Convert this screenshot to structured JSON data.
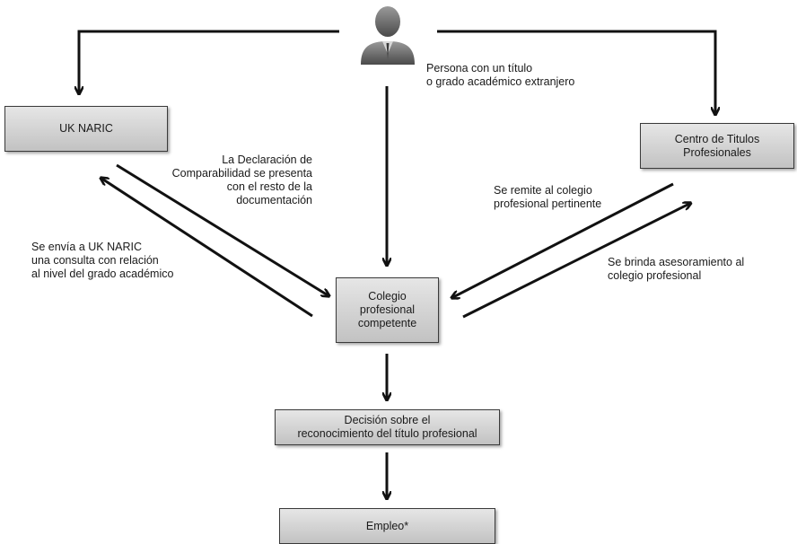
{
  "person": {
    "label": "Persona con un título\no grado académico extranjero"
  },
  "nodes": {
    "uk_naric": "UK NARIC",
    "centro_titulos": "Centro de Titulos\nProfesionales",
    "colegio": "Colegio\nprofesional\ncompetente",
    "decision": "Decisión sobre el\nreconocimiento del título profesional",
    "empleo": "Empleo*"
  },
  "edge_labels": {
    "declaracion": "La Declaración de\nComparabilidad se presenta\ncon el resto de la\ndocumentación",
    "consulta": "Se envía a UK NARIC\nuna consulta con relación\nal nivel del grado académico",
    "remite": "Se remite al colegio\nprofesional pertinente",
    "asesoramiento": "Se brinda asesoramiento al\ncolegio profesional"
  },
  "colors": {
    "box_fill_top": "#e6e6e6",
    "box_fill_bottom": "#c2c2c2",
    "arrow": "#111111"
  }
}
